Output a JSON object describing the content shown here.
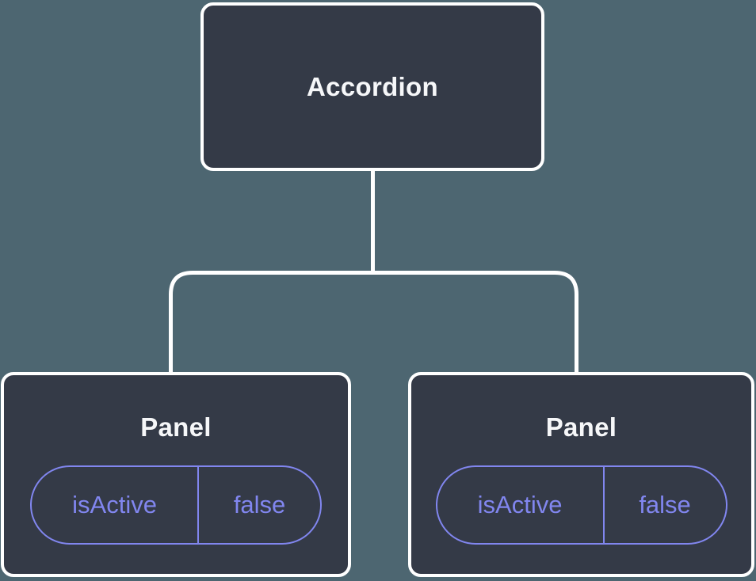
{
  "tree": {
    "root": {
      "label": "Accordion"
    },
    "panels": [
      {
        "label": "Panel",
        "state_key": "isActive",
        "state_value": "false"
      },
      {
        "label": "Panel",
        "state_key": "isActive",
        "state_value": "false"
      }
    ]
  },
  "colors": {
    "background": "#4D6671",
    "node_fill": "#343A47",
    "node_border": "#FFFFFF",
    "node_text": "#F6F7F9",
    "connector": "#FFFFFF",
    "state_accent": "#8186EF"
  }
}
